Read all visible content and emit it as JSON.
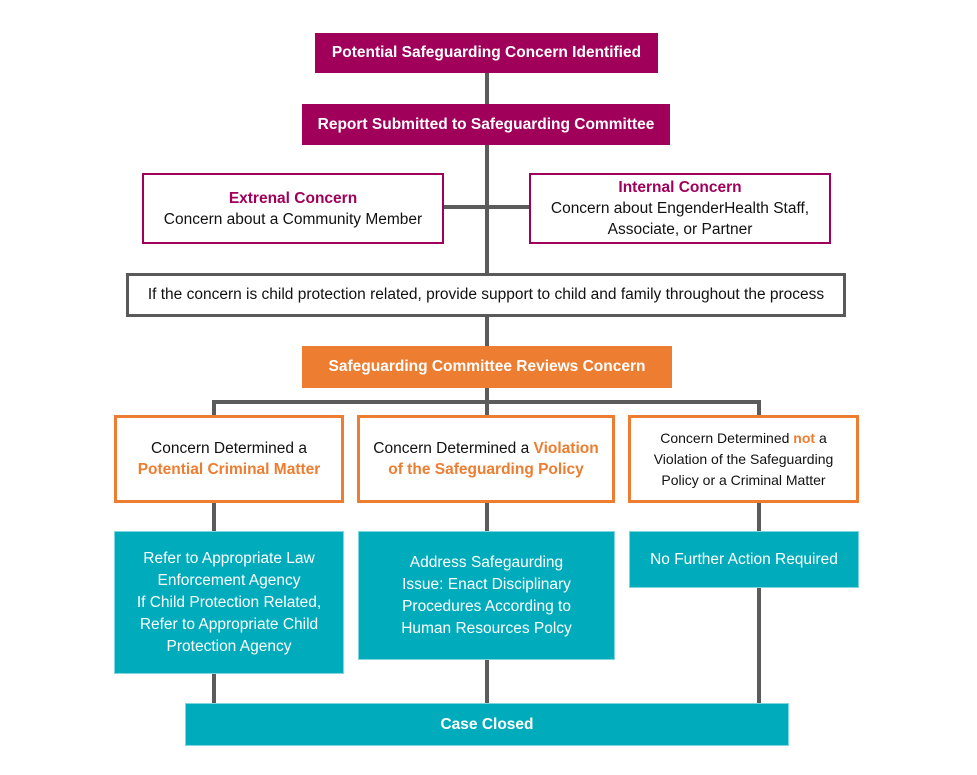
{
  "flowchart": {
    "step1": "Potential Safeguarding Concern Identified",
    "step2": "Report Submitted to Safeguarding Committee",
    "external": {
      "title": "Extrenal Concern",
      "text": "Concern about a Community Member"
    },
    "internal": {
      "title": "Internal Concern",
      "line1": "Concern about EngenderHealth Staff,",
      "line2": "Associate, or Partner"
    },
    "support": "If the concern is child protection related, provide support to child and family throughout the process",
    "review": "Safeguarding Committee Reviews Concern",
    "outcomes": [
      {
        "pre": "Concern Determined a",
        "highlight": "Potential Criminal Matter",
        "action": [
          "Refer to Appropriate Law",
          "Enforcement Agency",
          "If Child Protection Related,",
          "Refer to Appropriate Child",
          "Protection Agency"
        ]
      },
      {
        "pre": "Concern Determined a ",
        "highlight1": "Violation",
        "highlight2": "of the Safeguarding Policy",
        "action": [
          "Address Safegaurding",
          "Issue: Enact Disciplinary",
          "Procedures According to",
          "Human Resources Polcy"
        ]
      },
      {
        "pre": "Concern Determined ",
        "highlight": "not",
        "post": " a",
        "line2": "Violation of the Safeguarding",
        "line3": "Policy or a Criminal Matter",
        "action": [
          "No Further Action Required"
        ]
      }
    ],
    "final": "Case Closed"
  },
  "colors": {
    "magenta": "#a0005a",
    "orange": "#ed7d31",
    "teal": "#00acbb",
    "connector": "#5b5b5b"
  }
}
